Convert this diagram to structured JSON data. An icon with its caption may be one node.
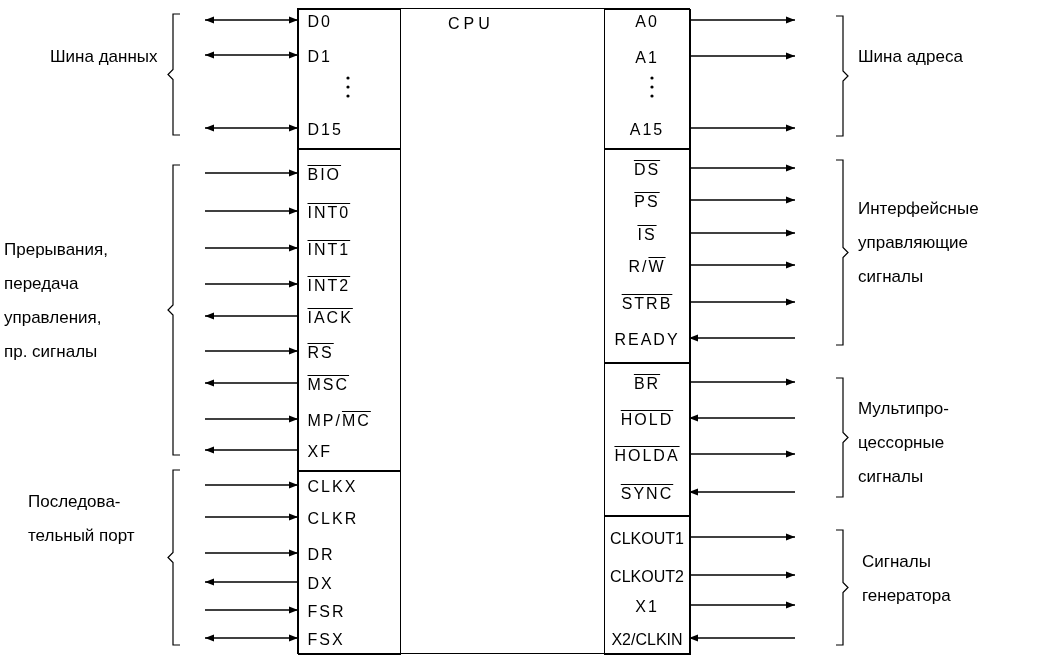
{
  "diagram": {
    "nodes": [
      {
        "text": [
          "CPU"
        ]
      },
      {
        "text": [],
        "shape": "box",
        "in": 0
      },
      {
        "text": [
          "D0"
        ],
        "in": 1
      },
      {
        "text": [
          "D1"
        ],
        "in": 1
      },
      {
        "text": [
          "D15"
        ],
        "in": 1
      },
      {
        "text": [],
        "shape": "box",
        "in": 0
      },
      {
        "text": [
          "BIO"
        ],
        "in": 5
      },
      {
        "text": [
          "INT0"
        ],
        "in": 5
      },
      {
        "text": [
          "INT1"
        ],
        "in": 5
      },
      {
        "text": [
          "INT2"
        ],
        "in": 5
      },
      {
        "text": [
          "IACK"
        ],
        "in": 5
      },
      {
        "text": [
          "RS"
        ],
        "in": 5
      },
      {
        "text": [
          "MSC"
        ],
        "in": 5
      },
      {
        "text": [
          "MP/MC"
        ],
        "in": 5
      },
      {
        "text": [
          "XF"
        ],
        "in": 5
      },
      {
        "text": [],
        "shape": "box",
        "in": 0
      },
      {
        "text": [
          "CLKX"
        ],
        "in": 15
      },
      {
        "text": [
          "CLKR"
        ],
        "in": 15
      },
      {
        "text": [
          "DR"
        ],
        "in": 15
      },
      {
        "text": [
          "DX"
        ],
        "in": 15
      },
      {
        "text": [
          "FSR"
        ],
        "in": 15
      },
      {
        "text": [
          "FSX"
        ],
        "in": 15
      },
      {
        "text": [],
        "shape": "box",
        "in": 0
      },
      {
        "text": [
          "A0"
        ],
        "in": 22
      },
      {
        "text": [
          "A1"
        ],
        "in": 22
      },
      {
        "text": [
          "A15"
        ],
        "in": 22
      },
      {
        "text": [],
        "shape": "box",
        "in": 0
      },
      {
        "text": [
          "DS"
        ],
        "in": 26
      },
      {
        "text": [
          "PS"
        ],
        "in": 26
      },
      {
        "text": [
          "IS"
        ],
        "in": 26
      },
      {
        "text": [
          "R/W"
        ],
        "in": 26
      },
      {
        "text": [
          "STRB"
        ],
        "in": 26
      },
      {
        "text": [
          "READY"
        ],
        "in": 26
      },
      {
        "text": [],
        "shape": "box",
        "in": 0
      },
      {
        "text": [
          "BR"
        ],
        "in": 33
      },
      {
        "text": [
          "HOLD"
        ],
        "in": 33
      },
      {
        "text": [
          "HOLDA"
        ],
        "in": 33
      },
      {
        "text": [
          "SYNC"
        ],
        "in": 33
      },
      {
        "text": [],
        "shape": "box",
        "in": 0
      },
      {
        "text": [
          "CLKOUT1"
        ],
        "in": 38
      },
      {
        "text": [
          "CLKOUT2"
        ],
        "in": 38
      },
      {
        "text": [
          "X1"
        ],
        "in": 38
      },
      {
        "text": [
          "X2/CLKIN"
        ],
        "in": 38
      }
    ],
    "edges": [
      {
        "from": null,
        "to": 2,
        "arrow": "both"
      },
      {
        "from": null,
        "to": 3,
        "arrow": "both"
      },
      {
        "from": null,
        "to": 4,
        "arrow": "both"
      },
      {
        "from": null,
        "to": 6,
        "arrow": "to"
      },
      {
        "from": null,
        "to": 7,
        "arrow": "to"
      },
      {
        "from": null,
        "to": 8,
        "arrow": "to"
      },
      {
        "from": null,
        "to": 9,
        "arrow": "to"
      },
      {
        "from": 10,
        "to": null,
        "arrow": "to"
      },
      {
        "from": null,
        "to": 11,
        "arrow": "to"
      },
      {
        "from": 12,
        "to": null,
        "arrow": "to"
      },
      {
        "from": null,
        "to": 13,
        "arrow": "to"
      },
      {
        "from": 14,
        "to": null,
        "arrow": "to"
      },
      {
        "from": null,
        "to": 16,
        "arrow": "to"
      },
      {
        "from": null,
        "to": 17,
        "arrow": "to"
      },
      {
        "from": null,
        "to": 18,
        "arrow": "to"
      },
      {
        "from": 19,
        "to": null,
        "arrow": "to"
      },
      {
        "from": null,
        "to": 20,
        "arrow": "to"
      },
      {
        "from": null,
        "to": 21,
        "arrow": "both"
      },
      {
        "from": 23,
        "to": null,
        "arrow": "to"
      },
      {
        "from": 24,
        "to": null,
        "arrow": "to"
      },
      {
        "from": 25,
        "to": null,
        "arrow": "to"
      },
      {
        "from": 27,
        "to": null,
        "arrow": "to"
      },
      {
        "from": 28,
        "to": null,
        "arrow": "to"
      },
      {
        "from": 29,
        "to": null,
        "arrow": "to"
      },
      {
        "from": 30,
        "to": null,
        "arrow": "to"
      },
      {
        "from": 31,
        "to": null,
        "arrow": "to"
      },
      {
        "from": null,
        "to": 32,
        "arrow": "to"
      },
      {
        "from": 34,
        "to": null,
        "arrow": "to"
      },
      {
        "from": null,
        "to": 35,
        "arrow": "to"
      },
      {
        "from": 36,
        "to": null,
        "arrow": "to"
      },
      {
        "from": null,
        "to": 37,
        "arrow": "to"
      },
      {
        "from": 39,
        "to": null,
        "arrow": "to"
      },
      {
        "from": 40,
        "to": null,
        "arrow": "to"
      },
      {
        "from": 41,
        "to": null,
        "arrow": "to"
      },
      {
        "from": null,
        "to": 42,
        "arrow": "to"
      }
    ],
    "labels": [
      "Шина данных",
      "Шина адреса",
      "Прерывания, передача управления, пр. сигналы",
      "Интерфейсные управляющие сигналы",
      "Мультипро-цессорные сигналы",
      "Последова-тельный порт",
      "Сигналы генератора"
    ]
  }
}
